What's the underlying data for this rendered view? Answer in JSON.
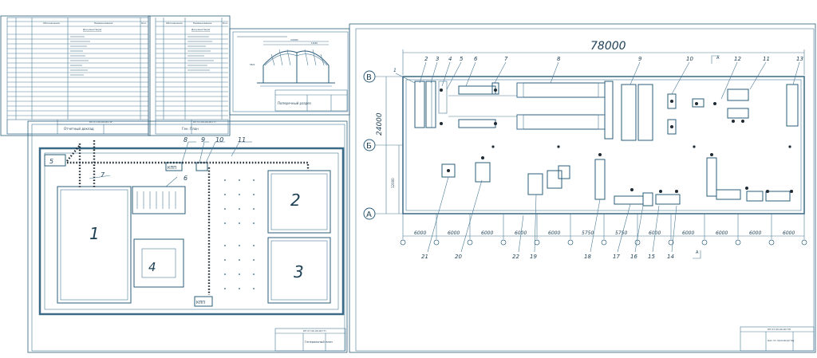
{
  "spec_left": {
    "col_headers": [
      "Обозначение",
      "Наименование",
      "Кол."
    ],
    "section_title": "Документация",
    "title": "Отчетный доклад",
    "code": "КП 07.00.00.00 ПР"
  },
  "spec_right": {
    "col_headers": [
      "Обозначение",
      "Наименование",
      "Кол."
    ],
    "section_title": "Документация",
    "title": "Ген. План",
    "code": "КП 07.00.00.00 ГП"
  },
  "section_sheet": {
    "span_total": "24000",
    "span_half": "12000",
    "height_label": "5820",
    "title": "Поперечный разрез"
  },
  "genplan": {
    "zones": [
      "1",
      "2",
      "3",
      "4",
      "5",
      "6",
      "7",
      "8",
      "9",
      "10",
      "11"
    ],
    "kpp": [
      "КПП",
      "КПП"
    ],
    "title": "Генеральный план",
    "code": "КП 07.00.00.00 ГП"
  },
  "workshop": {
    "length": "78000",
    "width": "24000",
    "half_width": "12000",
    "axes_rows": [
      "В",
      "Б",
      "А"
    ],
    "bays": [
      "6000",
      "6000",
      "6000",
      "6000",
      "6000",
      "5750",
      "5750",
      "6000",
      "6000",
      "6000",
      "6000",
      "6000"
    ],
    "top_labels": [
      "1",
      "2",
      "3",
      "4",
      "5",
      "6",
      "7",
      "8",
      "9",
      "10",
      "12",
      "11",
      "13"
    ],
    "bottom_labels": [
      "21",
      "20",
      "22",
      "19",
      "18",
      "17",
      "16",
      "15",
      "14"
    ],
    "section_mark": "А",
    "title": "Цех по производству",
    "code": "КП 07.00.00.00 ПЛ"
  }
}
